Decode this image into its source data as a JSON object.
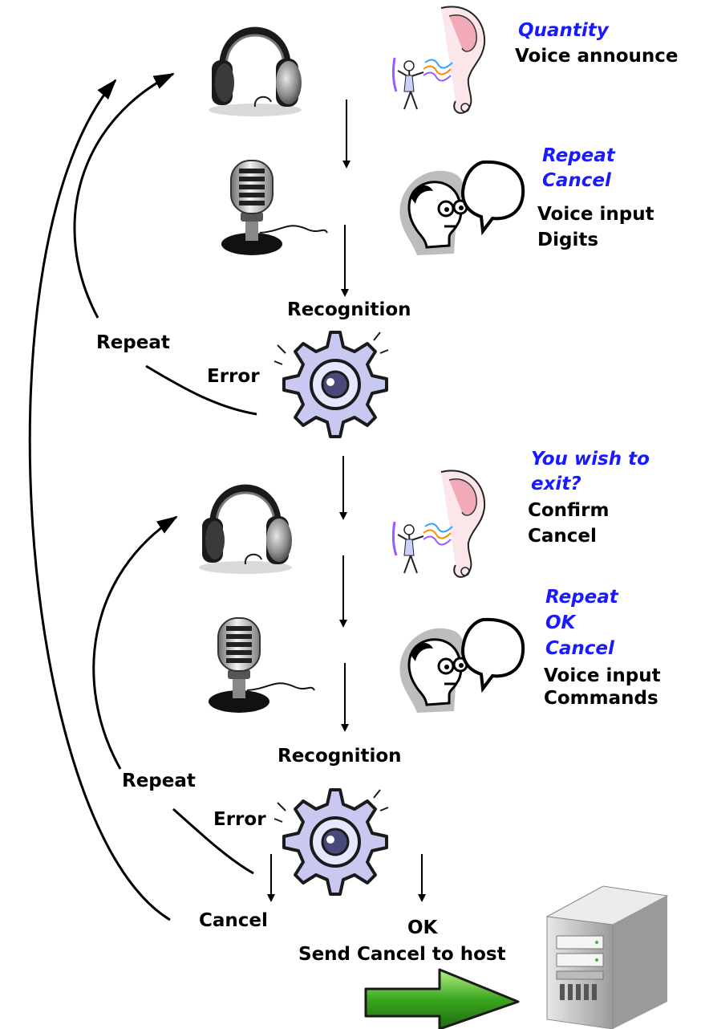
{
  "colors": {
    "prompt_text": "#1a1aff",
    "body_text": "#000000",
    "gear_fill": "#c8c8f0",
    "gear_stroke": "#1a1a1a",
    "arrow_green": "#3aa61e",
    "server_gray": "#b9b9b9"
  },
  "step1": {
    "prompt": "Quantity",
    "description": "Voice announce"
  },
  "step2": {
    "prompt_line1": "Repeat",
    "prompt_line2": "Cancel",
    "description_line1": "Voice input",
    "description_line2": "Digits"
  },
  "recognition1": {
    "label": "Recognition",
    "error_label": "Error",
    "repeat_label": "Repeat"
  },
  "step3": {
    "prompt_line1": "You wish to",
    "prompt_line2": "exit?",
    "description_line1": "Confirm",
    "description_line2": "Cancel"
  },
  "step4": {
    "prompt_line1": "Repeat",
    "prompt_line2": "OK",
    "prompt_line3": "Cancel",
    "description_line1": "Voice input",
    "description_line2": "Commands"
  },
  "recognition2": {
    "label": "Recognition",
    "error_label": "Error",
    "repeat_label": "Repeat"
  },
  "outcomes": {
    "cancel": "Cancel",
    "ok": "OK",
    "send": "Send Cancel to host"
  },
  "icons": [
    "headphones-icon",
    "ear-icon",
    "microphone-icon",
    "speaking-head-icon",
    "gear-icon",
    "server-icon",
    "green-arrow-icon"
  ]
}
